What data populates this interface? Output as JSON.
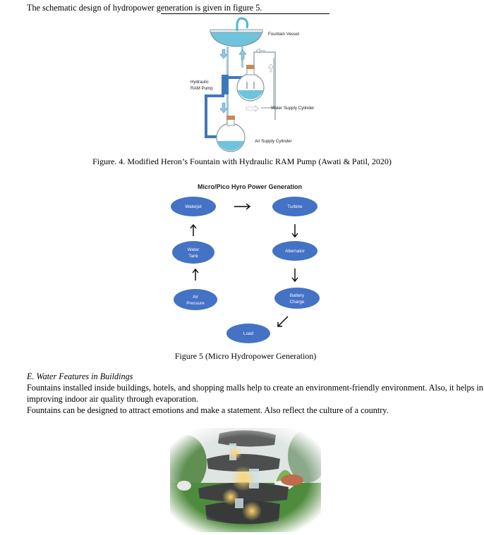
{
  "intro": "The schematic design of hydropower generation is given in figure 5.",
  "figure4": {
    "labels": {
      "fountain_vessel": "Fountain Vessel",
      "hydraulic_ram_pump_line1": "Hydraulic",
      "hydraulic_ram_pump_line2": "RAM Pump",
      "water_supply_cylinder": "Water Supply Cylinder",
      "air_supply_cylinder": "Air Supply Cylinder"
    },
    "caption": "Figure. 4. Modified Heron’s Fountain with Hydraulic RAM Pump (Awati & Patil, 2020)"
  },
  "figure5": {
    "title": "Micro/Pico Hyro Power Generation",
    "nodes": {
      "waterjet": "Waterjet",
      "turbine": "Turbine",
      "water_tank_line1": "Water",
      "water_tank_line2": "Tank",
      "alternator": "Alternator",
      "air_pressure_line1": "Air",
      "air_pressure_line2": "Pressure",
      "battery_charge_line1": "Battery",
      "battery_charge_line2": "Charge",
      "load": "Load"
    },
    "caption": "Figure 5 (Micro Hydropower Generation)"
  },
  "section": {
    "heading": "E.   Water Features in Buildings",
    "para1_line1": "Fountains installed inside buildings, hotels, and shopping malls help to create an environment-friendly environment. Also, it helps in",
    "para1_line2": "improving indoor air quality through evaporation.",
    "para2": "Fountains can be designed to attract emotions and make a statement. Also reflect the culture of a country."
  },
  "colors": {
    "node_fill": "#4472c4",
    "water": "#6fc4dc",
    "pipe": "#3f78b9",
    "arrow_fill": "#8fc8e0"
  }
}
